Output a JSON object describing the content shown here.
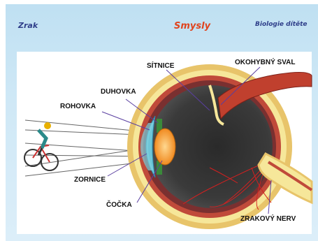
{
  "header": {
    "left": "Zrak",
    "center": "Smysly",
    "right": "Biologie dítěte"
  },
  "labels": {
    "sitnice": "SÍTNICE",
    "okohybny_sval": "OKOHYBNÝ SVAL",
    "duhovka": "DUHOVKA",
    "rohovka": "ROHOVKA",
    "zornice": "ZORNICE",
    "cocka": "ČOČKA",
    "zrakovy_nerv": "ZRAKOVÝ NERV"
  },
  "colors": {
    "header_accent": "#e0441e",
    "header_text": "#2f3f8a",
    "pointer_line": "#5a3fa0"
  }
}
